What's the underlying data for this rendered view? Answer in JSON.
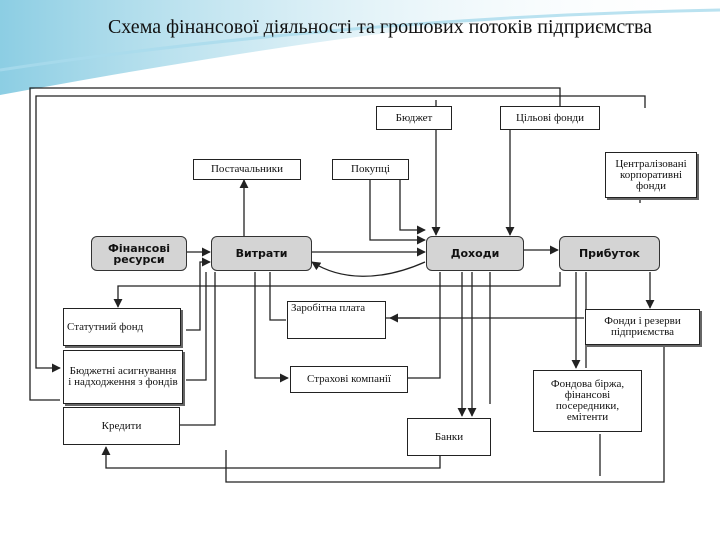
{
  "title": "Схема фінансової діяльності та грошових потоків підприємства",
  "nodes": {
    "budget": "Бюджет",
    "target_funds": "Цільові фонди",
    "suppliers": "Постачальники",
    "buyers": "Покупці",
    "centralized_funds": "Централізовані корпоративні фонди",
    "financial_resources": "Фінансові ресурси",
    "expenses": "Витрати",
    "income": "Доходи",
    "profit": "Прибуток",
    "charter_fund": "Статутний фонд",
    "salary": "Заробітна плата",
    "reserve_funds": "Фонди і резерви підприємства",
    "budget_allocations": "Бюджетні асигнування і надходження з фондів",
    "insurance": "Страхові компанії",
    "stock_exchange": "Фондова біржа, фінансові посередники, емітенти",
    "credits": "Кредити",
    "banks": "Банки"
  },
  "colors": {
    "accent": "#7fc8e0",
    "rounded_fill": "#d4d4d4",
    "line": "#222222"
  }
}
